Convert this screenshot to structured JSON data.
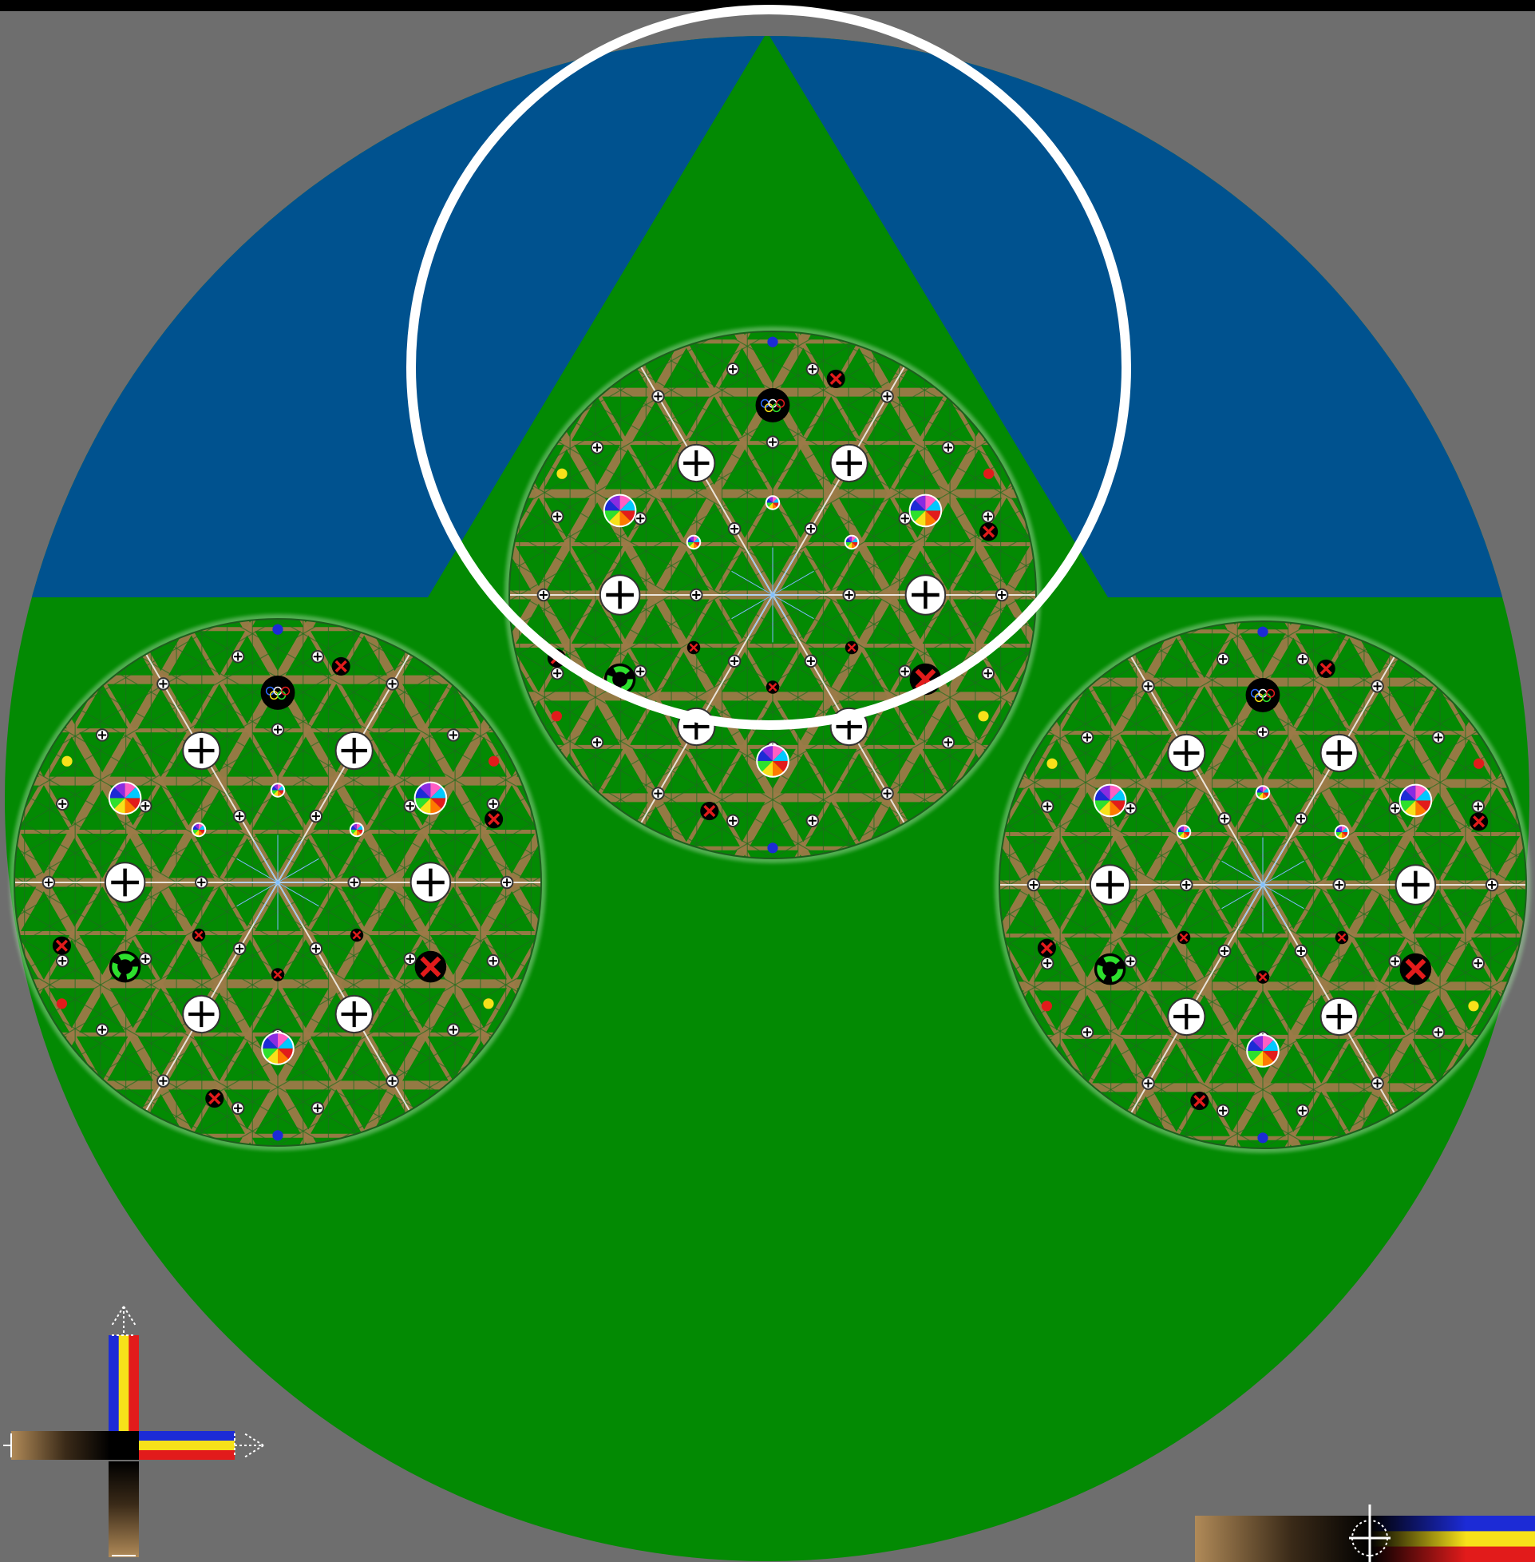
{
  "title": "",
  "colors": {
    "background": "#6e6e6e",
    "top_bar": "#000000",
    "sky": "#00528f",
    "ground": "#038a03",
    "outline_ring": "#ffffff",
    "lattice_brown": "#9c7a48",
    "lattice_green": "#2c8f2c",
    "medallion_white": "#ffffff",
    "medallion_black": "#000000",
    "accent_red": "#e21b1b",
    "accent_yellow": "#f7e11a",
    "accent_blue": "#1c2bd6",
    "accent_orange": "#ff7a00"
  },
  "scene": {
    "big_circle": "green-disc",
    "sky_region": "blue-top-band",
    "mountain": "green-triangle-peak",
    "selection_ring": "white-outline-circle",
    "mandalas": [
      {
        "name": "mandala-top-center"
      },
      {
        "name": "mandala-left"
      },
      {
        "name": "mandala-right"
      }
    ]
  },
  "icons": {
    "cross_handle_left": "color-cross-gizmo-icon",
    "cross_handle_right": "color-bar-gizmo-icon",
    "medallions": [
      "olympic-rings-icon",
      "recycle-icon",
      "red-x-icon",
      "color-wheel-icon",
      "white-cross-icon"
    ]
  }
}
